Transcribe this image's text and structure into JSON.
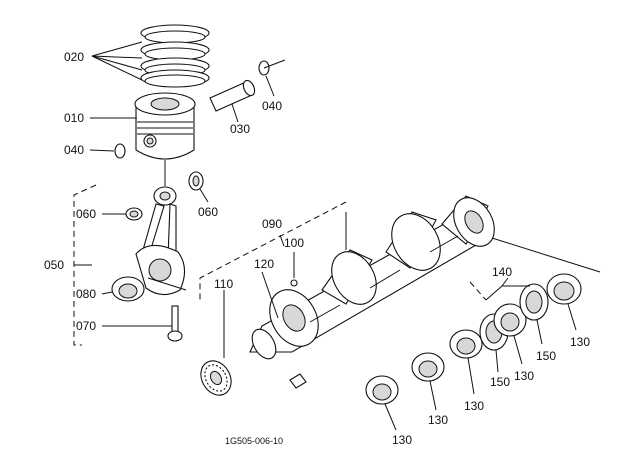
{
  "diagram": {
    "labels": {
      "p010": "010",
      "p020": "020",
      "p030": "030",
      "p040a": "040",
      "p040b": "040",
      "p050": "050",
      "p060a": "060",
      "p060b": "060",
      "p070": "070",
      "p080": "080",
      "p090": "090",
      "p100": "100",
      "p110": "110",
      "p120": "120",
      "p130a": "130",
      "p130b": "130",
      "p130c": "130",
      "p130d": "130",
      "p130e": "130",
      "p140": "140",
      "p150a": "150",
      "p150b": "150"
    },
    "footer_code": "1G505-006-10"
  }
}
